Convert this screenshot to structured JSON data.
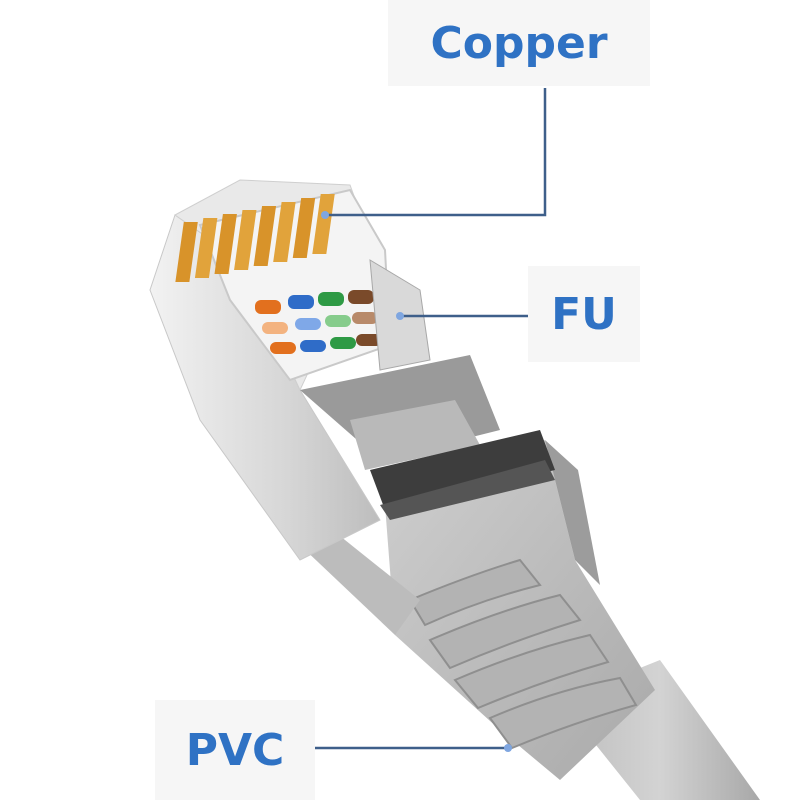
{
  "labels": {
    "copper": "Copper",
    "fu": "FU",
    "pvc": "PVC"
  },
  "colors": {
    "label_text": "#2f72c4",
    "leader_line": "#3e5f8a",
    "boot_gray": "#c2c2c2",
    "shield_metal": "#d9d9d9",
    "copper_contacts": "#d8932a"
  },
  "illustration": "rj45-shielded-connector"
}
